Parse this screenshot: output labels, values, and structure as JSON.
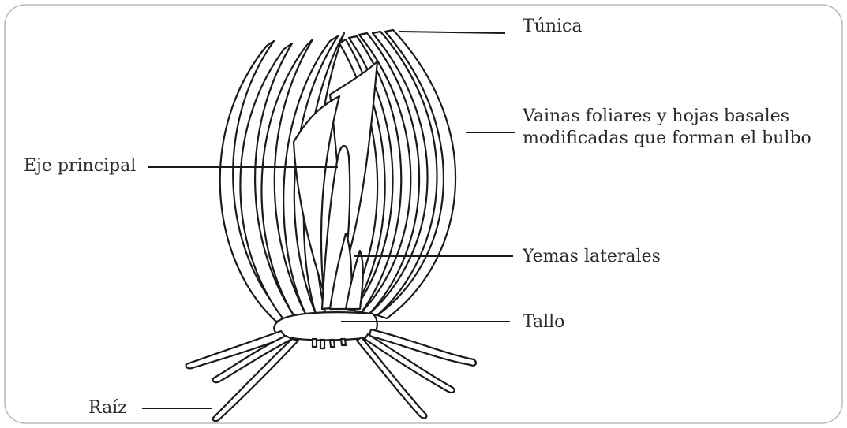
{
  "diagram": {
    "labels": {
      "tunica": "Túnica",
      "vainas_line1": "Vainas foliares y hojas basales",
      "vainas_line2": "modificadas que forman el bulbo",
      "eje": "Eje principal",
      "yemas": "Yemas laterales",
      "tallo": "Tallo",
      "raiz": "Raíz"
    }
  }
}
